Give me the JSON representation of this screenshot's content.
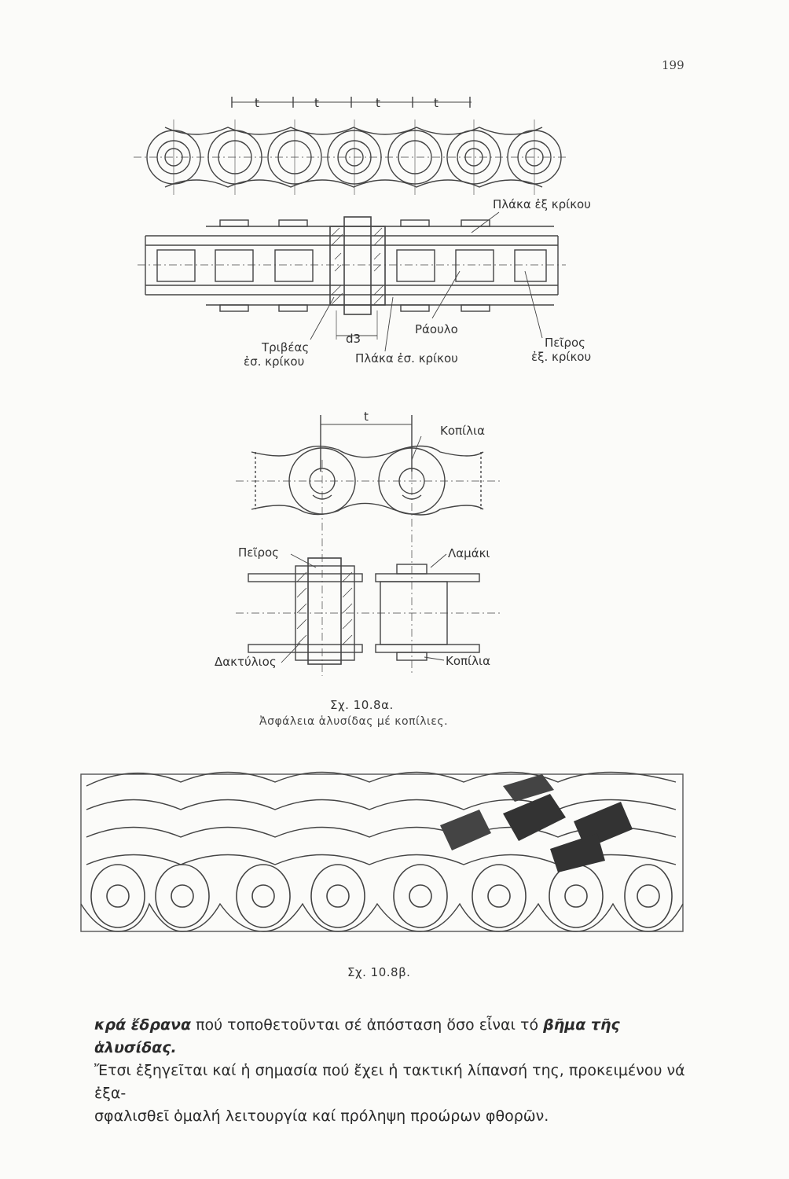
{
  "page_number": "199",
  "fig_a": {
    "pitch_label": "t",
    "labels": {
      "outer_plate": "Πλάκα ἐξ κρίκου",
      "roller": "Ράουλο",
      "bushing": "Τριβέας\nἐσ. κρίκου",
      "bushing_l1": "Τριβέας",
      "bushing_l2": "ἐσ. κρίκου",
      "d3": "d3",
      "inner_plate": "Πλάκα ἐσ. κρίκου",
      "pin_l1": "Πεῖρος",
      "pin_l2": "ἐξ. κρίκου",
      "split_pin": "Κοπίλια",
      "pin": "Πεῖρος",
      "plate_clip": "Λαμάκι",
      "ring": "Δακτύλιος",
      "split_pin_2": "Κοπίλια"
    },
    "caption": "Σχ. 10.8α.",
    "subcaption": "Ἀσφάλεια ἁλυσίδας μέ κοπίλιες."
  },
  "fig_b": {
    "caption": "Σχ. 10.8β."
  },
  "body": {
    "term1": "κρά ἔδρανα",
    "text1": " πού τοποθετοῦνται σέ ἀπόσταση ὅσο εἶναι τό ",
    "term2": "βῆμα τῆς ἁλυσίδας.",
    "line2": "Ἔτσι ἐξηγεῖται καί ἡ σημασία πού ἔχει ἡ τακτική λίπανσή της, προκειμένου νά ἐξα-",
    "line3": "σφαλισθεῖ ὁμαλή λειτουργία καί πρόληψη προώρων φθορῶν."
  }
}
